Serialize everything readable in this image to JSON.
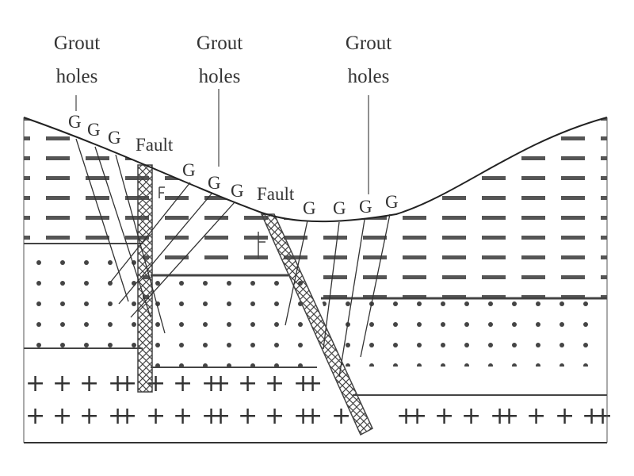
{
  "callouts": [
    {
      "line1": "Grout",
      "line2": "holes"
    },
    {
      "line1": "Grout",
      "line2": "holes"
    },
    {
      "line1": "Grout",
      "line2": "holes"
    }
  ],
  "fault_labels": [
    "Fault",
    "Fault"
  ],
  "hole_marker": "G",
  "layer_symbols": {
    "plus": "+",
    "fault_tick": "F"
  },
  "colors": {
    "line": "#333333",
    "background": "#ffffff"
  }
}
